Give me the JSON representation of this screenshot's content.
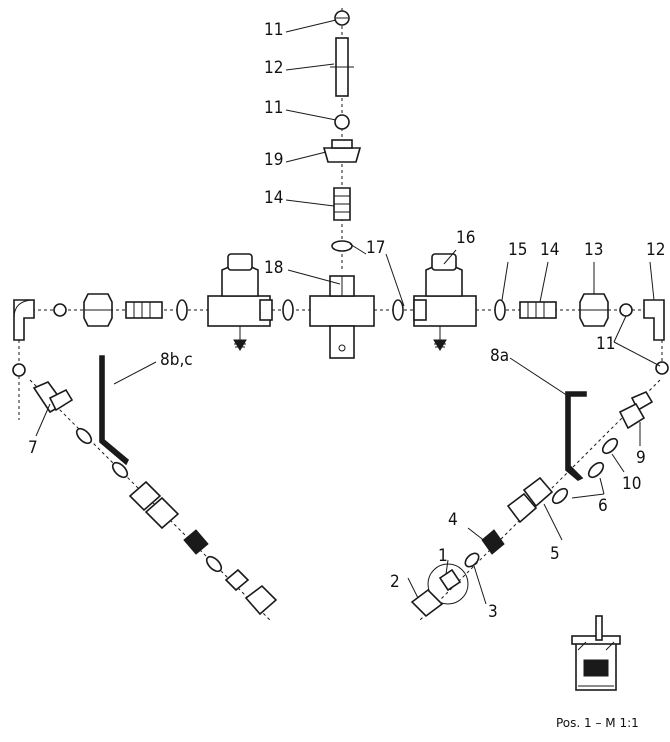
{
  "labels": {
    "p11a": "11",
    "p12a": "12",
    "p11b": "11",
    "p19": "19",
    "p14a": "14",
    "p17": "17",
    "p16": "16",
    "p15": "15",
    "p14b": "14",
    "p13": "13",
    "p12b": "12",
    "p18": "18",
    "p11c": "11",
    "p7": "7",
    "p8bc": "8b,c",
    "p8a": "8a",
    "p9": "9",
    "p10": "10",
    "p6": "6",
    "p5": "5",
    "p4": "4",
    "p1": "1",
    "p2": "2",
    "p3": "3"
  },
  "caption": "Pos. 1 – M 1:1",
  "colors": {
    "ink": "#1a1a1a",
    "background": "#ffffff"
  }
}
